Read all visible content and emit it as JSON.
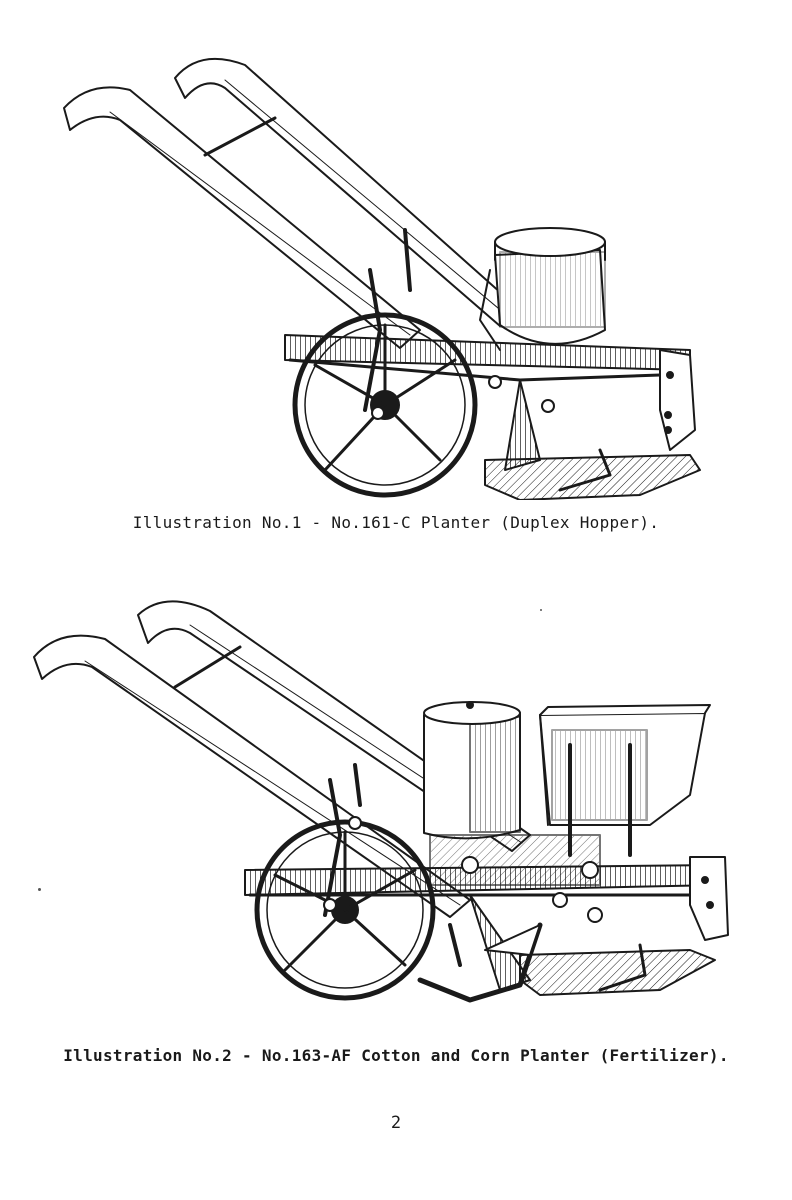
{
  "figures": [
    {
      "caption": "Illustration No.1 - No.161-C Planter (Duplex Hopper)."
    },
    {
      "caption": "Illustration No.2 - No.163-AF Cotton and Corn Planter (Fertilizer)."
    }
  ],
  "page_number": "2",
  "colors": {
    "ink": "#1a1a1a",
    "paper": "#ffffff"
  }
}
